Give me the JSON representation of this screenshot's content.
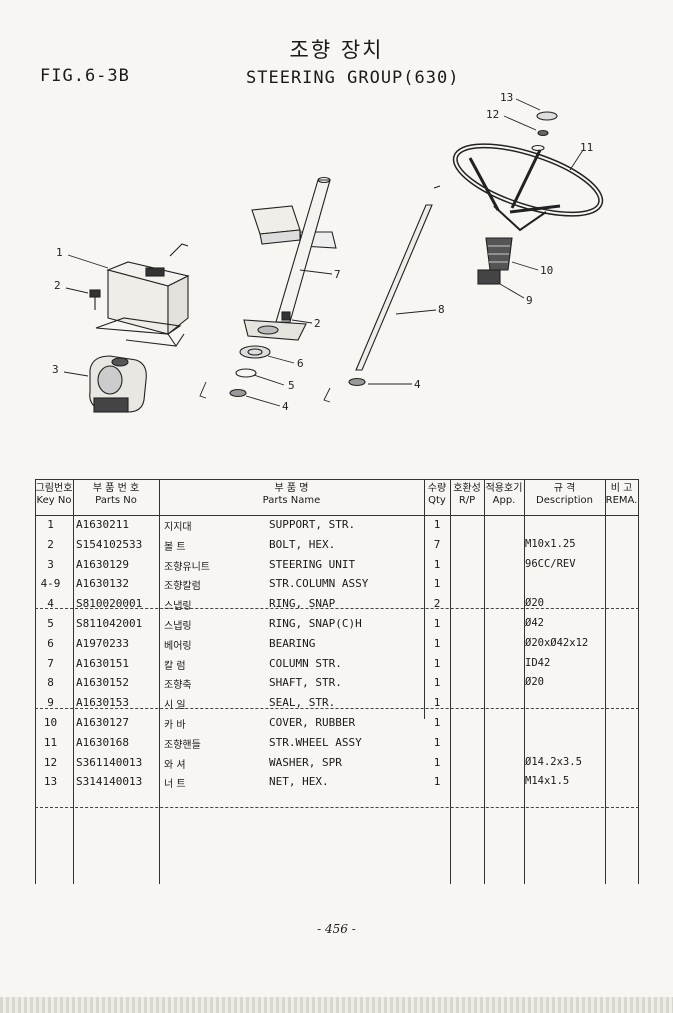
{
  "title_kr": "조향 장치",
  "fig_label": "FIG.6-3B",
  "title_en": "STEERING GROUP(630)",
  "callouts": [
    "1",
    "2",
    "3",
    "13",
    "12",
    "11",
    "7",
    "2",
    "6",
    "5",
    "4",
    "8",
    "4",
    "10",
    "9"
  ],
  "header": {
    "key_kr": "그림번호",
    "key_en": "Key No",
    "pn_kr": "부 품 번 호",
    "pn_en": "Parts No",
    "name_kr": "부 품 명",
    "name_en": "Parts Name",
    "qty_kr": "수량",
    "qty_en": "Qty",
    "rp_kr": "호환성",
    "rp_en": "R/P",
    "app_kr": "적용호기",
    "app_en": "App.",
    "desc_kr": "규 격",
    "desc_en": "Description",
    "rem_kr": "비 고",
    "rem_en": "REMA."
  },
  "rows": [
    {
      "key": "1",
      "part_no": "A1630211",
      "name_kr": "지지대",
      "name_en": "SUPPORT, STR.",
      "qty": "1",
      "desc": ""
    },
    {
      "key": "2",
      "part_no": "S154102533",
      "name_kr": "볼 트",
      "name_en": "BOLT, HEX.",
      "qty": "7",
      "desc": "M10x1.25"
    },
    {
      "key": "3",
      "part_no": "A1630129",
      "name_kr": "조향유니트",
      "name_en": "STEERING UNIT",
      "qty": "1",
      "desc": "96CC/REV"
    },
    {
      "key": "4-9",
      "part_no": "A1630132",
      "name_kr": "조향칼럼",
      "name_en": "STR.COLUMN ASSY",
      "qty": "1",
      "desc": ""
    },
    {
      "key": "4",
      "part_no": "S810020001",
      "name_kr": "스냅링",
      "name_en": "RING, SNAP",
      "qty": "2",
      "desc": "Ø20"
    },
    {
      "key": "5",
      "part_no": "S811042001",
      "name_kr": "스냅링",
      "name_en": "RING, SNAP(C)H",
      "qty": "1",
      "desc": "Ø42"
    },
    {
      "key": "6",
      "part_no": "A1970233",
      "name_kr": "베어링",
      "name_en": "BEARING",
      "qty": "1",
      "desc": "Ø20xØ42x12"
    },
    {
      "key": "7",
      "part_no": "A1630151",
      "name_kr": "칼 럼",
      "name_en": "COLUMN STR.",
      "qty": "1",
      "desc": "ID42"
    },
    {
      "key": "8",
      "part_no": "A1630152",
      "name_kr": "조향축",
      "name_en": "SHAFT, STR.",
      "qty": "1",
      "desc": "Ø20"
    },
    {
      "key": "9",
      "part_no": "A1630153",
      "name_kr": "시 일",
      "name_en": "SEAL, STR.",
      "qty": "1",
      "desc": ""
    },
    {
      "key": "10",
      "part_no": "A1630127",
      "name_kr": "카 바",
      "name_en": "COVER, RUBBER",
      "qty": "1",
      "desc": ""
    },
    {
      "key": "11",
      "part_no": "A1630168",
      "name_kr": "조향핸들",
      "name_en": "STR.WHEEL ASSY",
      "qty": "1",
      "desc": ""
    },
    {
      "key": "12",
      "part_no": "S361140013",
      "name_kr": "와 셔",
      "name_en": "WASHER, SPR",
      "qty": "1",
      "desc": "Ø14.2x3.5"
    },
    {
      "key": "13",
      "part_no": "S314140013",
      "name_kr": "너 트",
      "name_en": "NET, HEX.",
      "qty": "1",
      "desc": "M14x1.5"
    }
  ],
  "page_number": "- 456 -"
}
